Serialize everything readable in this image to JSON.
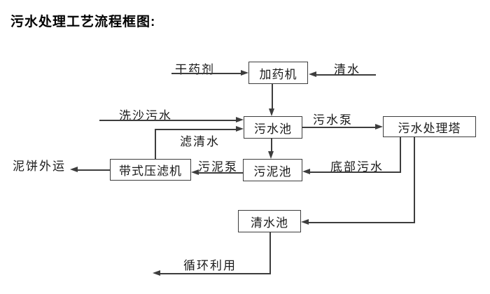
{
  "title": "污水处理工艺流程框图:",
  "diagram": {
    "nodes": {
      "dosing_machine": "加药机",
      "sewage_pool": "污水池",
      "treatment_tower": "污水处理塔",
      "belt_filter_press": "带式压滤机",
      "sludge_pool": "污泥池",
      "clean_water_pool": "清水池"
    },
    "flow_labels": {
      "dry_agent": "干药剂",
      "clean_water": "清水",
      "sand_washing_sewage": "洗沙污水",
      "filtered_water": "滤清水",
      "sewage_pump": "污水泵",
      "sludge_pump": "污泥泵",
      "bottom_sewage": "底部污水",
      "mud_cake_out": "泥饼外运",
      "recycle": "循环利用"
    },
    "colors": {
      "line": "#3d3d3d",
      "text": "#1a1a1a",
      "background": "#ffffff"
    }
  }
}
